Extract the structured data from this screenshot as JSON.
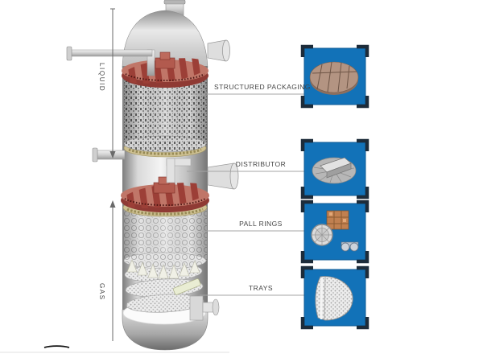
{
  "diagram": {
    "subject": "packed-distillation-column-internals",
    "flow": {
      "liquid": "LIQUID",
      "gas": "GAS"
    },
    "callouts": [
      {
        "label": "STRUCTURED PACKAGING",
        "image": "structured-packing-disc"
      },
      {
        "label": "DISTRIBUTOR",
        "image": "liquid-distributor"
      },
      {
        "label": "PALL RINGS",
        "image": "pall-rings"
      },
      {
        "label": "TRAYS",
        "image": "sieve-tray"
      }
    ],
    "colors": {
      "frame_blue": "#1272b8",
      "frame_bracket": "#1d2c3a",
      "distributor_red": "#c07668",
      "distributor_ridge": "#9c3f37",
      "support_ring_tan": "#cec193",
      "downcomer_beam": "#e9edd3",
      "copper_packing": "#c08050",
      "leader_line": "#a5a5a5",
      "label_text": "#454545"
    }
  }
}
